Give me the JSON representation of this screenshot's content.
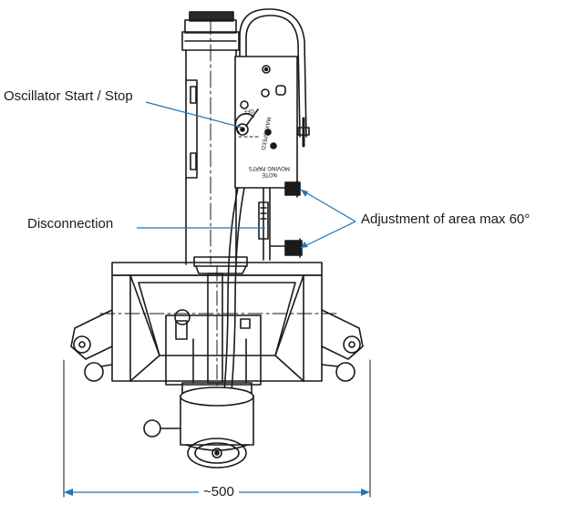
{
  "labels": {
    "oscillator": "Oscillator Start / Stop",
    "disconnection": "Disconnection",
    "adjustment": "Adjustment of area max 60°",
    "width": "~500"
  },
  "panel_text": {
    "off": "OFF",
    "max_speed": "MAX. SPEED",
    "note": "NOTE",
    "moving_parts": "MOVING PARTS"
  },
  "colors": {
    "line": "#1a1a1a",
    "callout_line": "#1b75bc"
  }
}
